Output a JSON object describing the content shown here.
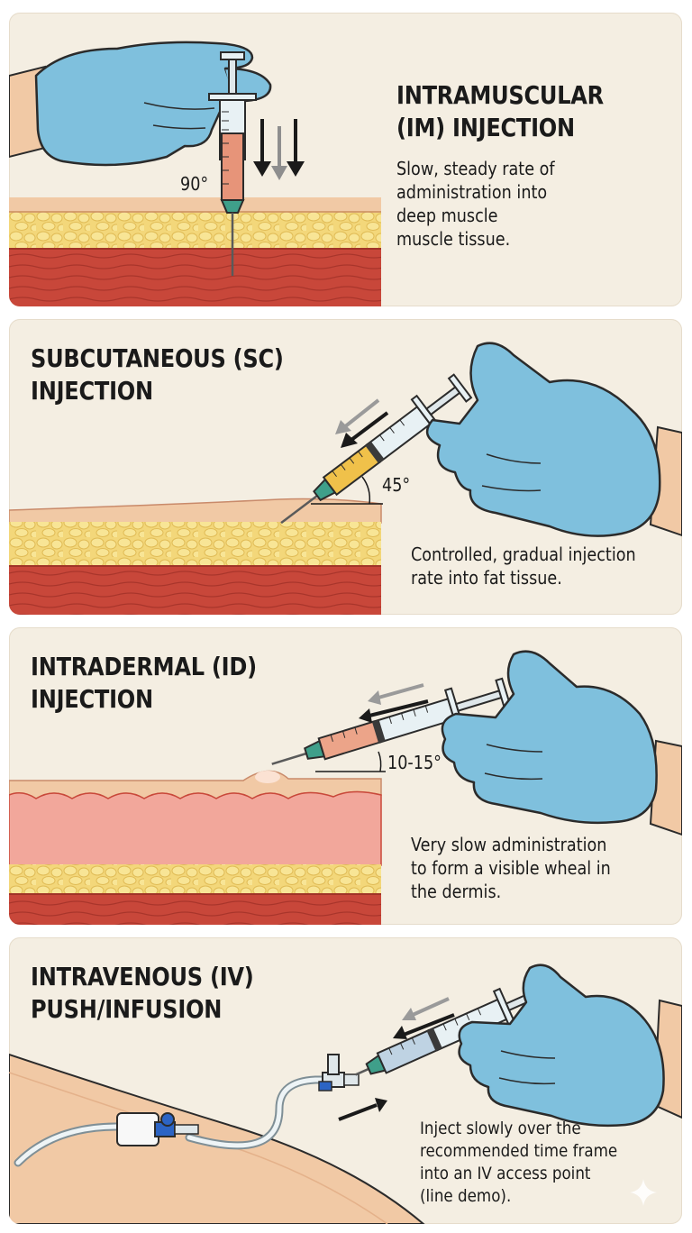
{
  "panels": {
    "im": {
      "title_line1": "INTRAMUSCULAR",
      "title_line2": "(IM) INJECTION",
      "desc_line1": "Slow, steady rate of",
      "desc_line2": "administration into",
      "desc_line3": "deep muscle",
      "desc_line4": "muscle tissue.",
      "angle": "90°"
    },
    "sc": {
      "title_line1": "SUBCUTANEOUS (SC)",
      "title_line2": "INJECTION",
      "desc_line1": "Controlled, gradual injection",
      "desc_line2": "rate into fat tissue.",
      "angle": "45°"
    },
    "id": {
      "title_line1": "INTRADERMAL (ID)",
      "title_line2": "INJECTION",
      "desc_line1": "Very slow administration",
      "desc_line2": "to form a visible wheal in",
      "desc_line3": "the dermis.",
      "angle": "10-15°"
    },
    "iv": {
      "title_line1": "INTRAVENOUS (IV)",
      "title_line2": "PUSH/INFUSION",
      "desc_line1": "Inject slowly over the",
      "desc_line2": "recommended time frame",
      "desc_line3": "into an IV access point",
      "desc_line4": "(line demo)."
    }
  },
  "colors": {
    "panel_bg": "#f4eee2",
    "glove": "#7fc0dd",
    "skin": "#f1c9a5",
    "fat": "#f5dc7e",
    "muscle": "#c9483a",
    "dermis": "#f2a79b",
    "syringe_barrel": "#e8f1f4",
    "needle_hub": "#3f9f8a"
  },
  "icons": [
    "glove-hand-icon",
    "syringe-icon",
    "arrow-down-icon",
    "arrow-diagonal-icon",
    "sparkle-icon"
  ]
}
